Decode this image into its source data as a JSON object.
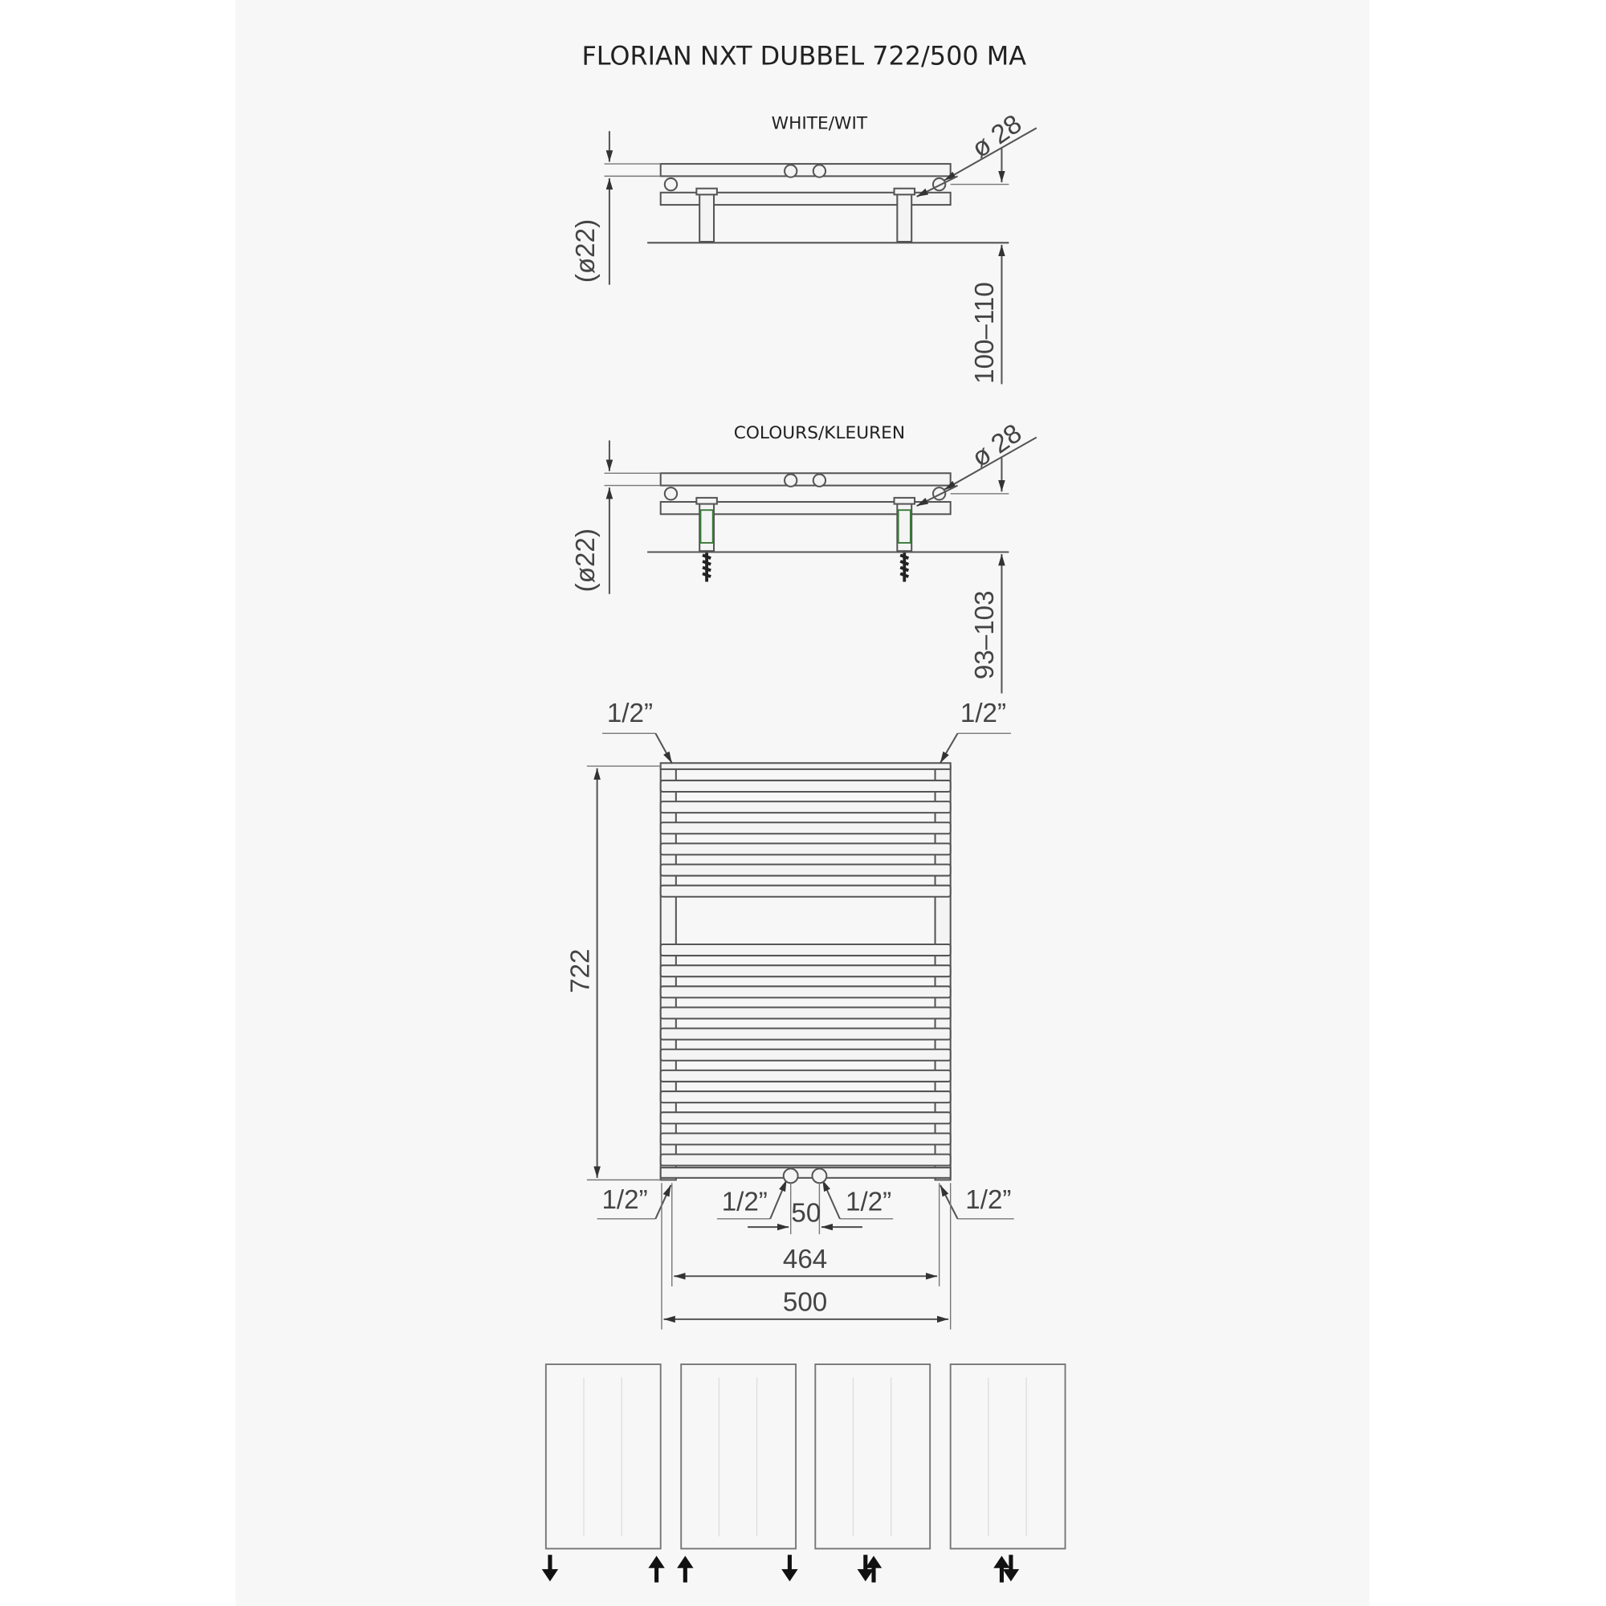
{
  "title": "FLORIAN NXT DUBBEL 722/500 MA",
  "views": [
    {
      "label": "WHITE/WIT",
      "pipe_dim": "(ø22)",
      "diameter_label": "ø 28",
      "distance_label": "100–110"
    },
    {
      "label": "COLOURS/KLEUREN",
      "pipe_dim": "(ø22)",
      "diameter_label": "ø 28",
      "distance_label": "93–103"
    }
  ],
  "front": {
    "height_label": "722",
    "connection_labels": [
      "1/2”",
      "1/2”",
      "1/2”",
      "1/2”",
      "1/2”",
      "1/2”"
    ],
    "center_distance_label": "50",
    "axis_width_label": "464",
    "width_label": "500"
  },
  "colors": {
    "panel": "#f7f7f7",
    "line": "#555555",
    "valve": "#3a7a3a"
  }
}
